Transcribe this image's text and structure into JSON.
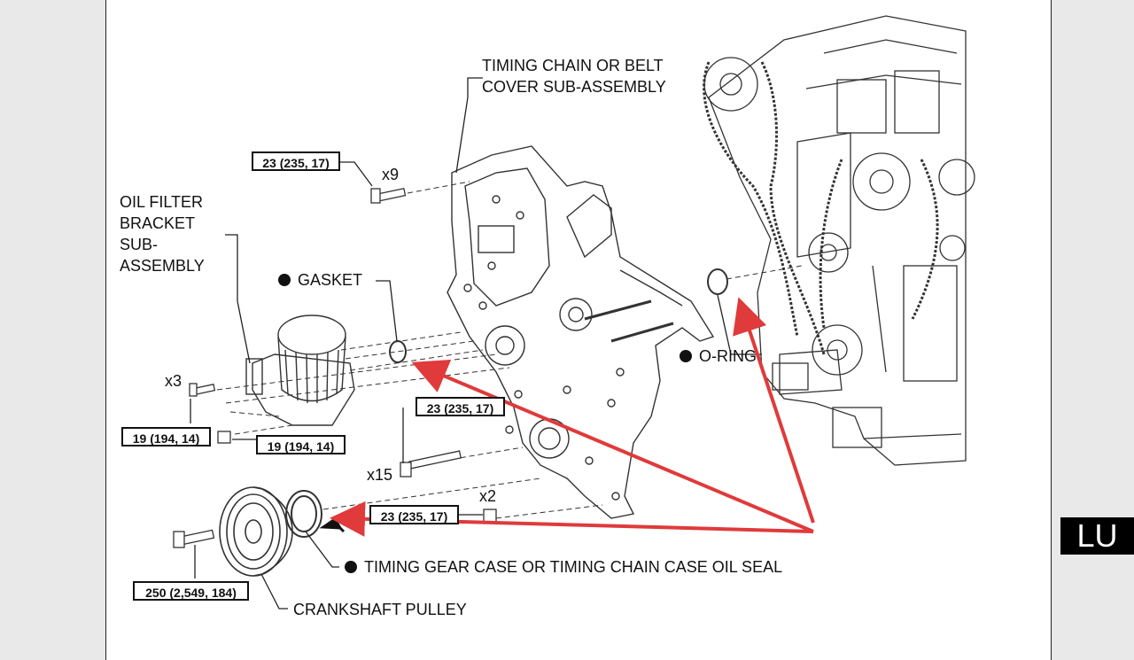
{
  "labels": {
    "timing_cover": "TIMING CHAIN OR BELT\nCOVER SUB-ASSEMBLY",
    "oil_filter_bracket": "OIL FILTER\nBRACKET\nSUB-\nASSEMBLY",
    "gasket": "GASKET",
    "o_ring": "O-RING",
    "oil_seal": "TIMING GEAR CASE OR TIMING CHAIN CASE OIL SEAL",
    "crankshaft_pulley": "CRANKSHAFT PULLEY"
  },
  "torque_specs": {
    "cover_bolts": "23 (235, 17)",
    "case_bolts": "23 (235, 17)",
    "lower_bolts": "23 (235, 17)",
    "bracket_bolts": "19 (194, 14)",
    "bracket_nut": "19 (194, 14)",
    "pulley_bolt": "250 (2,549, 184)"
  },
  "quantities": {
    "cover_bolts": "x9",
    "bracket_bolts": "x3",
    "case_bolts": "x15",
    "lower_bolts": "x2"
  },
  "section_tab": "LU",
  "colors": {
    "annotation_arrow": "#e03a3a",
    "line_art": "#333333"
  },
  "icons": {
    "new_part_marker": "filled-dot-icon"
  }
}
